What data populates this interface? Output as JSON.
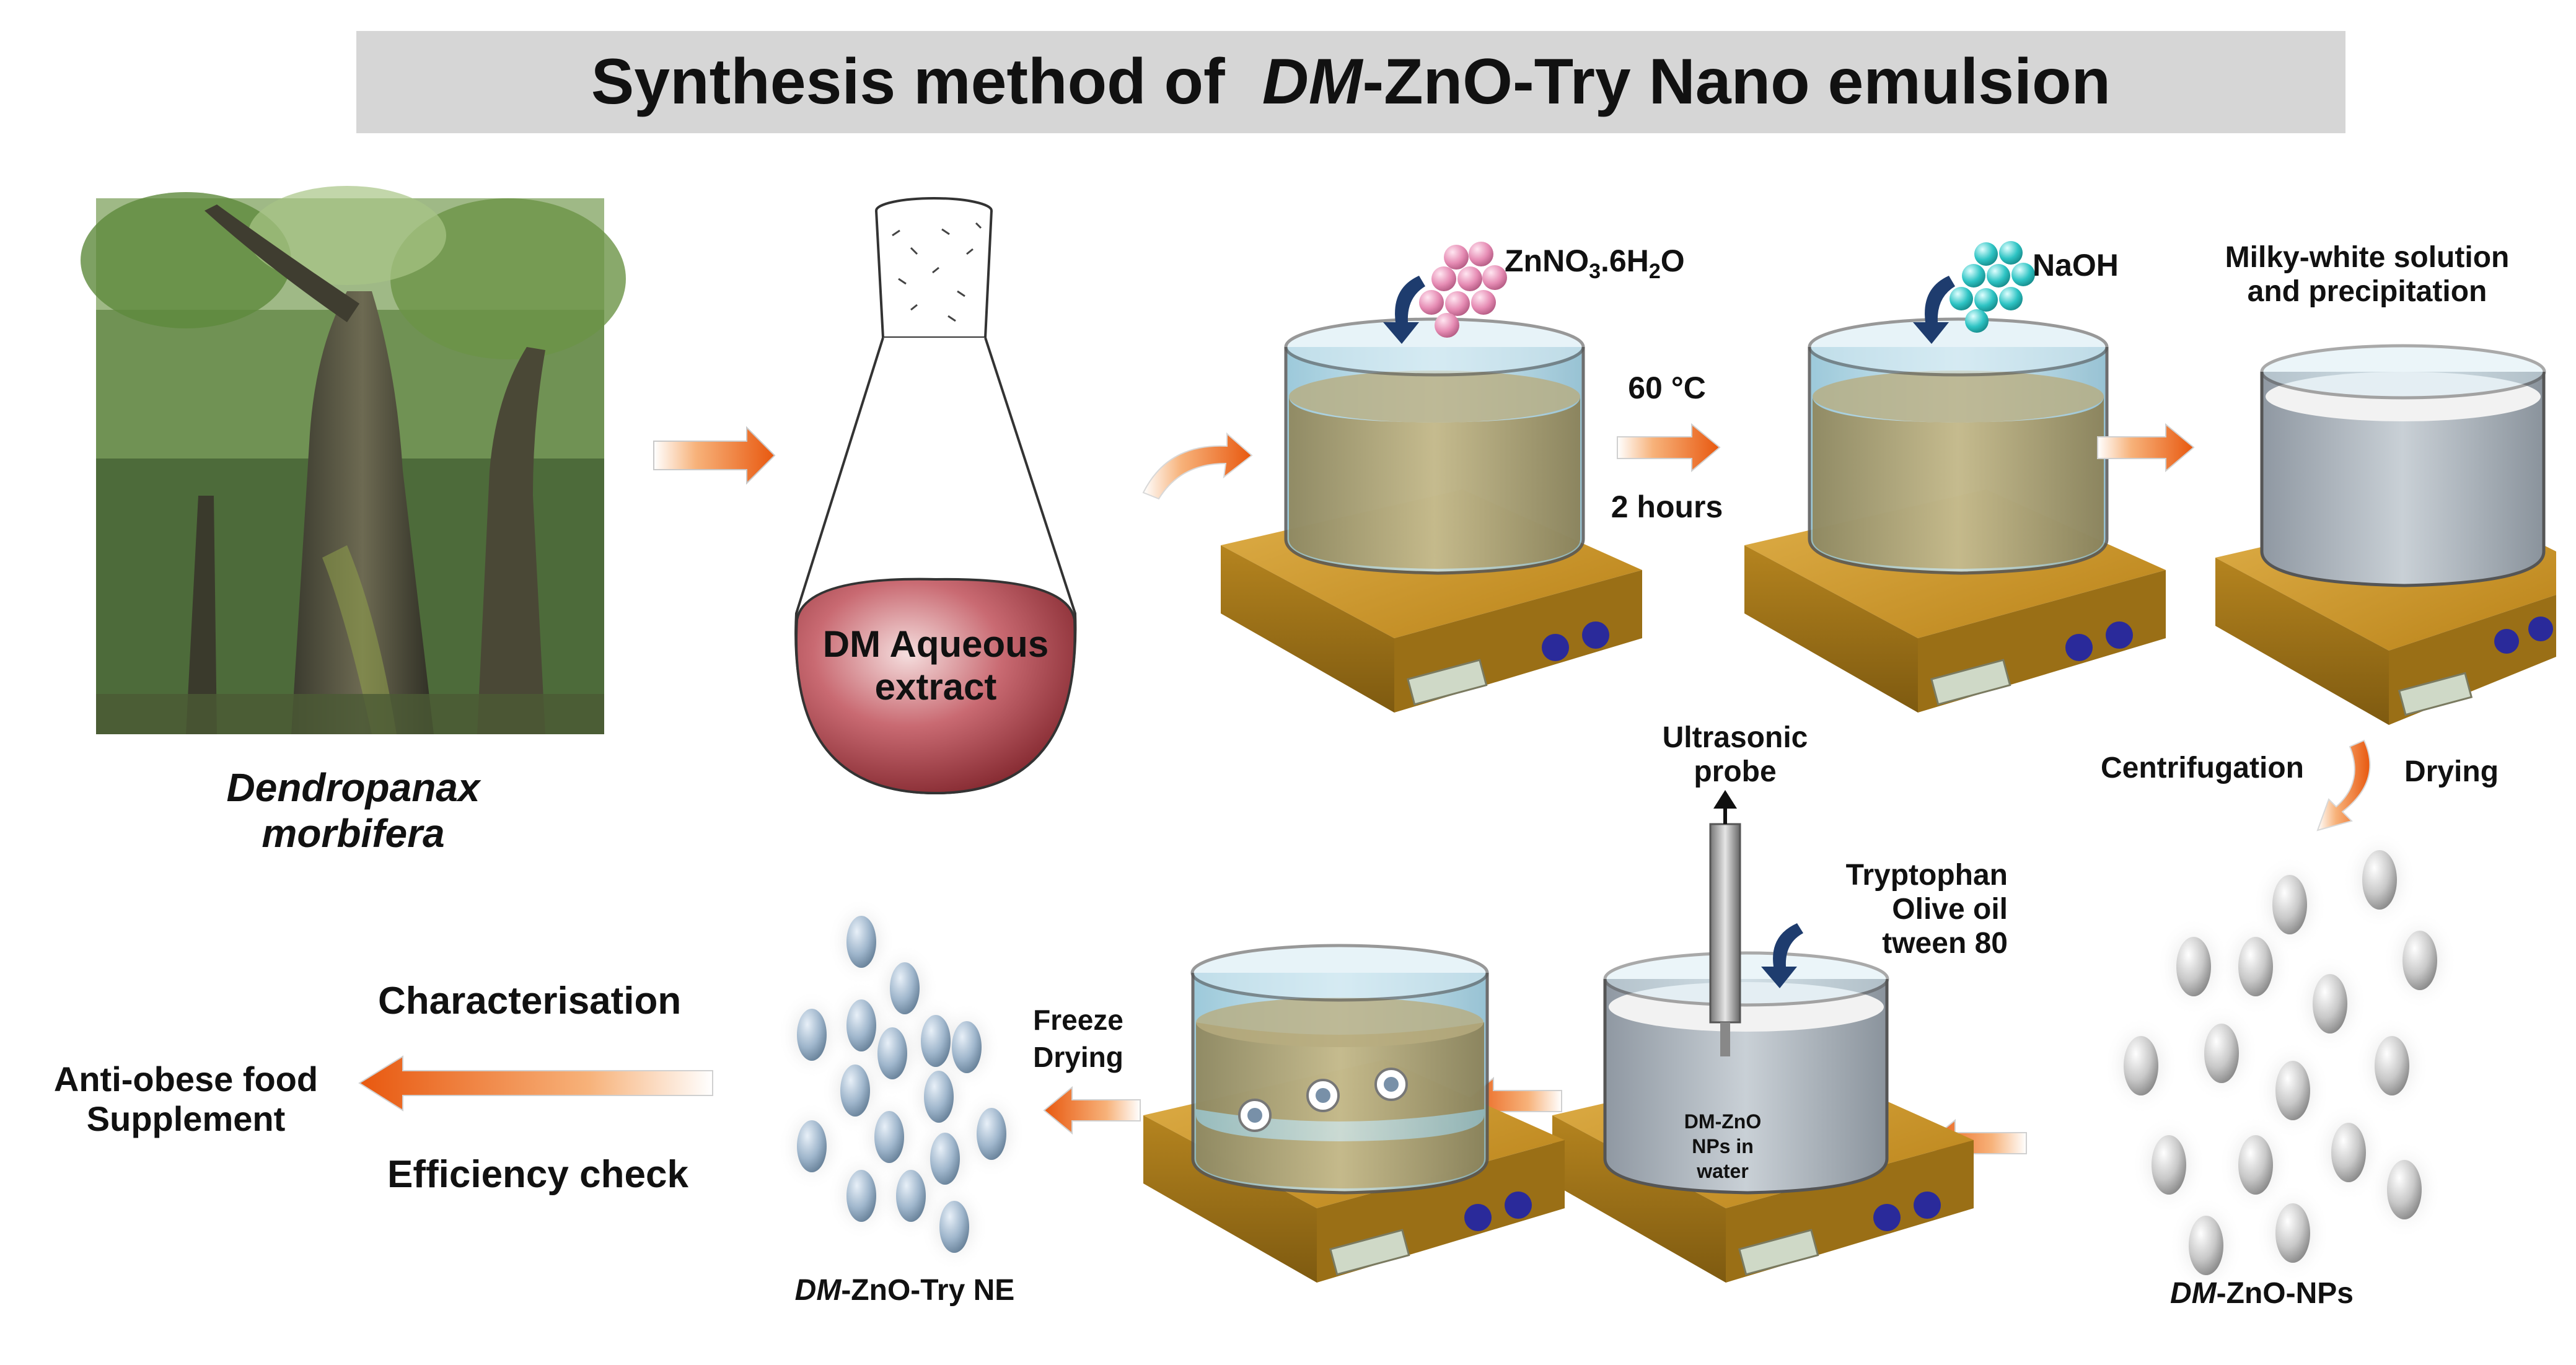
{
  "title": {
    "prefix": "Synthesis method of",
    "italic": "DM",
    "suffix": "-ZnO-Try Nano emulsion"
  },
  "labels": {
    "plant_name_line1": "Dendropanax",
    "plant_name_line2": "morbifera",
    "extract_line1": "DM Aqueous",
    "extract_line2": "extract",
    "zinc_nitrate": "ZnNO",
    "zinc_nitrate_sub1": "3",
    "zinc_nitrate_mid": ".6H",
    "zinc_nitrate_sub2": "2",
    "zinc_nitrate_end": "O",
    "naoh": "NaOH",
    "temperature": "60 °C",
    "duration": "2 hours",
    "milky_line1": "Milky-white solution",
    "milky_line2": "and precipitation",
    "centrifugation": "Centrifugation",
    "drying": "Drying",
    "ultrasonic_line1": "Ultrasonic",
    "ultrasonic_line2": "probe",
    "tryptophan": "Tryptophan",
    "olive_oil": "Olive oil",
    "tween": "tween 80",
    "beaker_text_line1": "DM-ZnO",
    "beaker_text_line2": "NPs in",
    "beaker_text_line3": "water",
    "freeze_line1": "Freeze",
    "freeze_line2": "Drying",
    "nps_italic": "DM",
    "nps_suffix": "-ZnO-NPs",
    "ne_italic": "DM",
    "ne_suffix": "-ZnO-Try NE",
    "characterisation": "Characterisation",
    "efficiency": "Efficiency check",
    "anti_obese_line1": "Anti-obese food",
    "anti_obese_line2": "Supplement"
  },
  "colors": {
    "title_bg": "#d6d6d6",
    "arrow_orange": "#e8651a",
    "hotplate": "#c8972a",
    "flask_liquid": "#8e2a30",
    "water": "#a9d4e4",
    "extract_mix": "#a89a6c",
    "np_particle": "#b8b8b8",
    "ne_particle": "#98b4cc",
    "pink_molecule": "#e68cb4",
    "cyan_molecule": "#2ec4c4"
  }
}
